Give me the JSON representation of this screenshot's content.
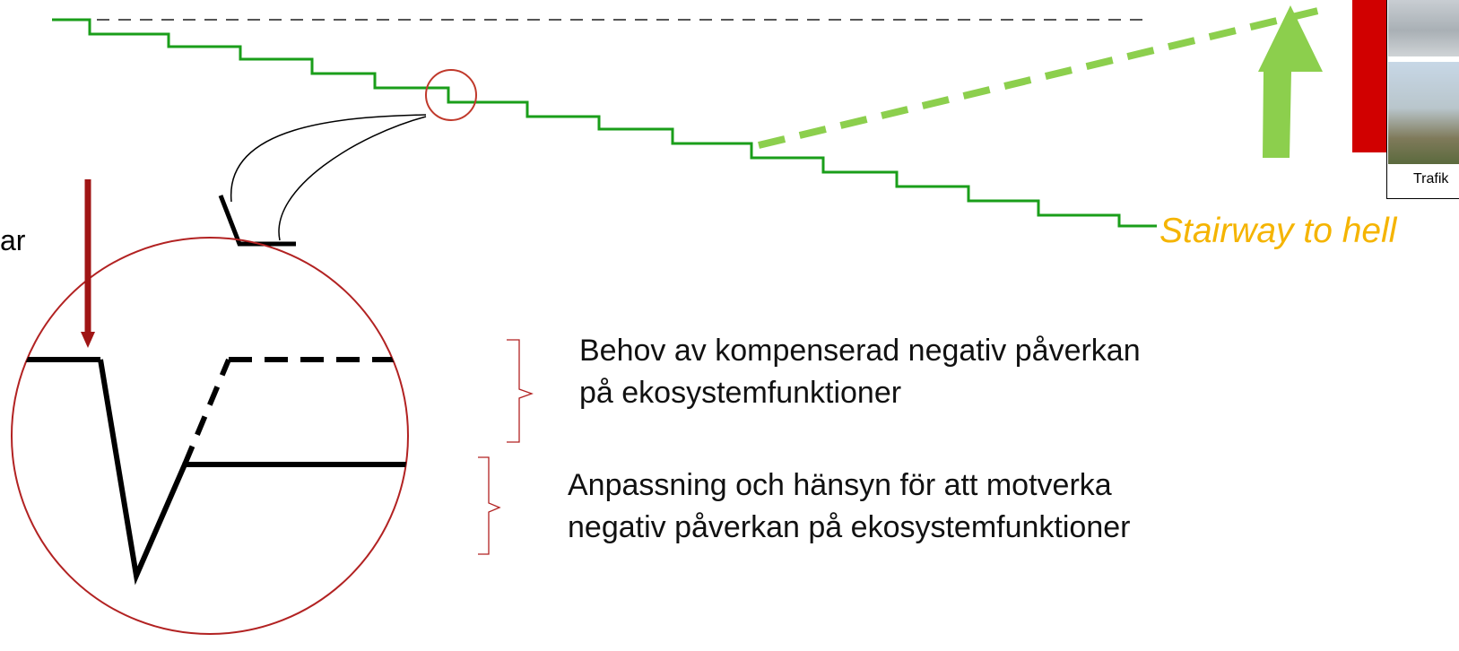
{
  "labels": {
    "stairway": "Stairway to hell",
    "side_fragment": "ar",
    "explanation_1_line_1": "Behov av kompenserad negativ påverkan",
    "explanation_1_line_2": "på ekosystemfunktioner",
    "explanation_2_line_1": "Anpassning och hänsyn för att motverka",
    "explanation_2_line_2": "negativ påverkan på ekosystemfunktioner",
    "photo_caption": "Trafik"
  },
  "colors": {
    "stair_line": "#1a9e1a",
    "dashed_projection": "#8ccf4d",
    "up_arrow": "#8ccf4d",
    "zoom_circle": "#b22222",
    "down_arrow": "#a01515",
    "red_bar": "#d10000",
    "label_yellow": "#f5b400"
  },
  "icons": {
    "up_arrow": "up-arrow-icon",
    "down_arrow": "down-arrow-icon"
  }
}
